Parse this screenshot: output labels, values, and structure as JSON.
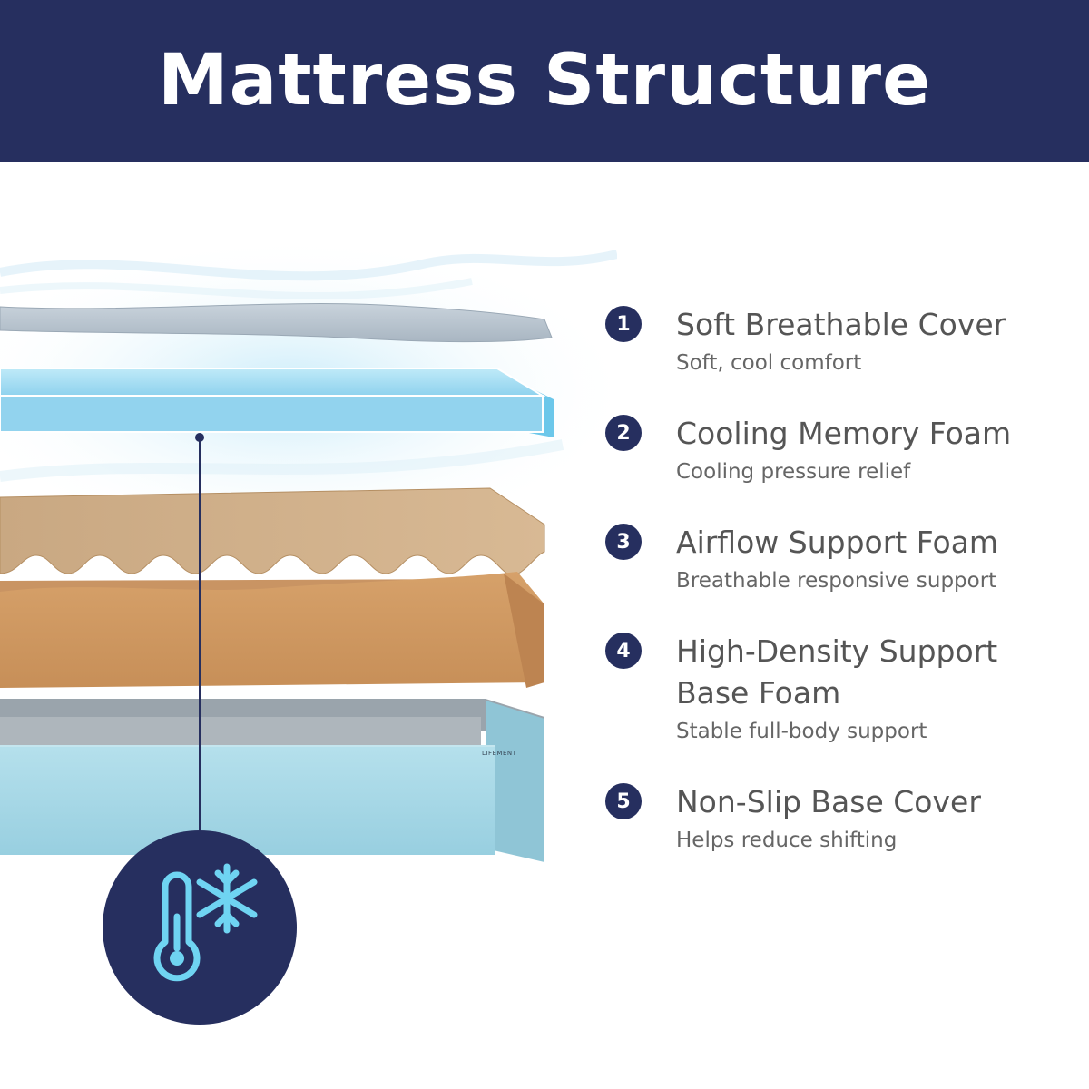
{
  "header": {
    "title": "Mattress Structure"
  },
  "brand": "LIFEMENT",
  "layers": [
    {
      "number": "1",
      "title": "Soft Breathable Cover",
      "description": "Soft, cool comfort"
    },
    {
      "number": "2",
      "title": "Cooling Memory Foam",
      "description": "Cooling pressure relief"
    },
    {
      "number": "3",
      "title": "Airflow Support Foam",
      "description": "Breathable responsive support"
    },
    {
      "number": "4",
      "title": "High-Density Support Base Foam",
      "description": "Stable full-body support"
    },
    {
      "number": "5",
      "title": "Non-Slip Base Cover",
      "description": "Helps reduce shifting"
    }
  ],
  "icons": {
    "callout": "thermometer-snowflake-icon"
  },
  "colors": {
    "navy": "#262f5f",
    "cooling_blue": "#7fd3ef",
    "foam_tan": "#d4a573",
    "base_blue": "#a9dae8",
    "cover_gray": "#b9c5d0"
  }
}
